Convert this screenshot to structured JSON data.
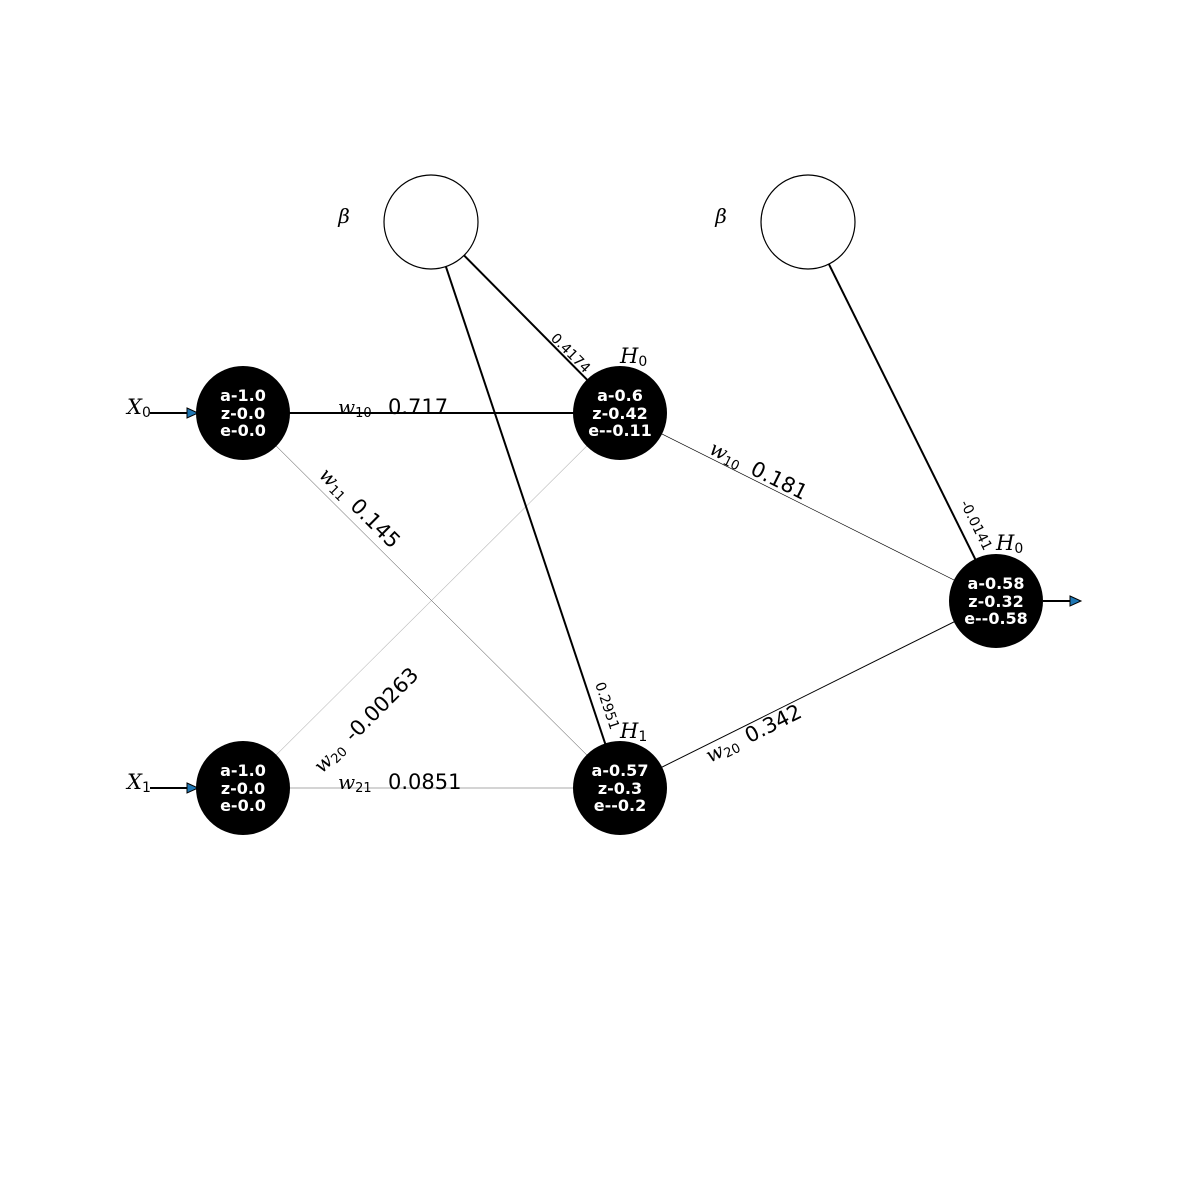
{
  "inputs": [
    {
      "label": "X",
      "sub": "0",
      "node": {
        "a": "a-1.0",
        "z": "z-0.0",
        "e": "e-0.0"
      }
    },
    {
      "label": "X",
      "sub": "1",
      "node": {
        "a": "a-1.0",
        "z": "z-0.0",
        "e": "e-0.0"
      }
    }
  ],
  "hidden": [
    {
      "label": "H",
      "sub": "0",
      "node": {
        "a": "a-0.6",
        "z": "z-0.42",
        "e": "e--0.11"
      }
    },
    {
      "label": "H",
      "sub": "1",
      "node": {
        "a": "a-0.57",
        "z": "z-0.3",
        "e": "e--0.2"
      }
    }
  ],
  "output": {
    "label": "H",
    "sub": "0",
    "node": {
      "a": "a-0.58",
      "z": "z-0.32",
      "e": "e--0.58"
    }
  },
  "bias": [
    {
      "label": "β",
      "weights": [
        "0.4174",
        "0.2951"
      ]
    },
    {
      "label": "β",
      "weights": [
        "-0.0141"
      ]
    }
  ],
  "weights_layer1": [
    {
      "name": "w",
      "sub": "10",
      "value": "0.717"
    },
    {
      "name": "w",
      "sub": "11",
      "value": "0.145"
    },
    {
      "name": "w",
      "sub": "20",
      "value": "-0.00263"
    },
    {
      "name": "w",
      "sub": "21",
      "value": "0.0851"
    }
  ],
  "weights_layer2": [
    {
      "name": "w",
      "sub": "10",
      "value": "0.181"
    },
    {
      "name": "w",
      "sub": "20",
      "value": "0.342"
    }
  ],
  "colors": {
    "node_fill": "#000000",
    "arrow_fill": "#1f77b4",
    "bias_fill": "#ffffff"
  }
}
